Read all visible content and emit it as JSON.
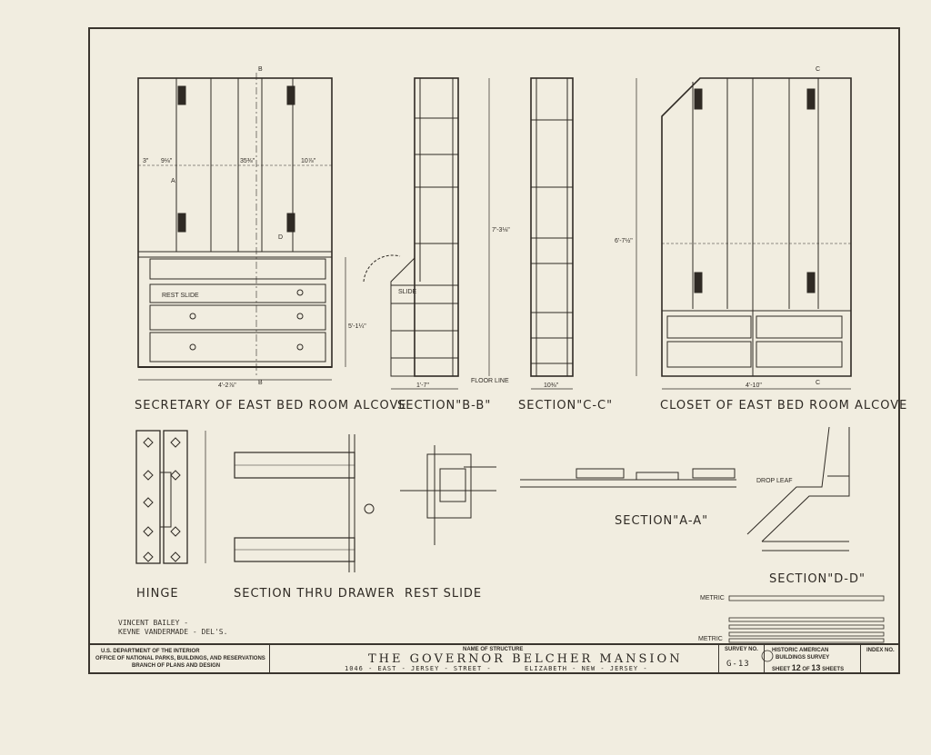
{
  "drawing": {
    "views": {
      "secretary": "SECRETARY OF EAST BED ROOM ALCOVE",
      "section_bb": "SECTION\"B-B\"",
      "section_cc": "SECTION\"C-C\"",
      "closet": "CLOSET OF EAST BED ROOM ALCOVE",
      "hinge": "HINGE",
      "drawer": "SECTION THRU DRAWER",
      "rest_slide": "REST SLIDE",
      "section_aa": "SECTION\"A-A\"",
      "section_dd": "SECTION\"D-D\""
    },
    "dims": {
      "sec_width": "4'-2⅞\"",
      "sec_height": "5'-1¼\"",
      "sec_top1": "3\"",
      "sec_top2": "9⅛\"",
      "sec_top3": "35⅜\"",
      "sec_top4": "10⅞\"",
      "bb_depth": "1'-7\"",
      "bb_height": "7'-3⅛\"",
      "cc_depth": "10⅜\"",
      "closet_width": "4'-10\"",
      "closet_height": "6'-7½\"",
      "floor_line": "FLOOR LINE",
      "slide": "SLIDE",
      "rest_slide_label": "REST SLIDE",
      "drop_leaf": "DROP LEAF",
      "metric": "METRIC"
    },
    "letters": {
      "b": "B",
      "c": "C",
      "a": "A",
      "d": "D"
    }
  },
  "credits": {
    "line1": "VINCENT BAILEY -",
    "line2": "KEVNE VANDERMADE - DEL'S."
  },
  "title_block": {
    "dept1": "U.S. DEPARTMENT OF THE INTERIOR",
    "dept2": "OFFICE OF NATIONAL PARKS, BUILDINGS, AND RESERVATIONS",
    "dept3": "BRANCH OF PLANS AND DESIGN",
    "name_label": "NAME OF STRUCTURE",
    "title": "THE GOVERNOR BELCHER MANSION",
    "address": "1046 - EAST - JERSEY - STREET -",
    "city": "ELIZABETH - NEW - JERSEY -",
    "survey_label": "SURVEY NO.",
    "survey_no": "G-13",
    "habs1": "HISTORIC AMERICAN",
    "habs2": "BUILDINGS SURVEY",
    "sheet_prefix": "SHEET",
    "sheet_no": "12",
    "sheet_of": "OF",
    "sheet_total": "13",
    "sheet_suffix": "SHEETS",
    "index_label": "INDEX NO."
  },
  "colors": {
    "ink": "#2b2722",
    "paper": "#f1ede0"
  }
}
